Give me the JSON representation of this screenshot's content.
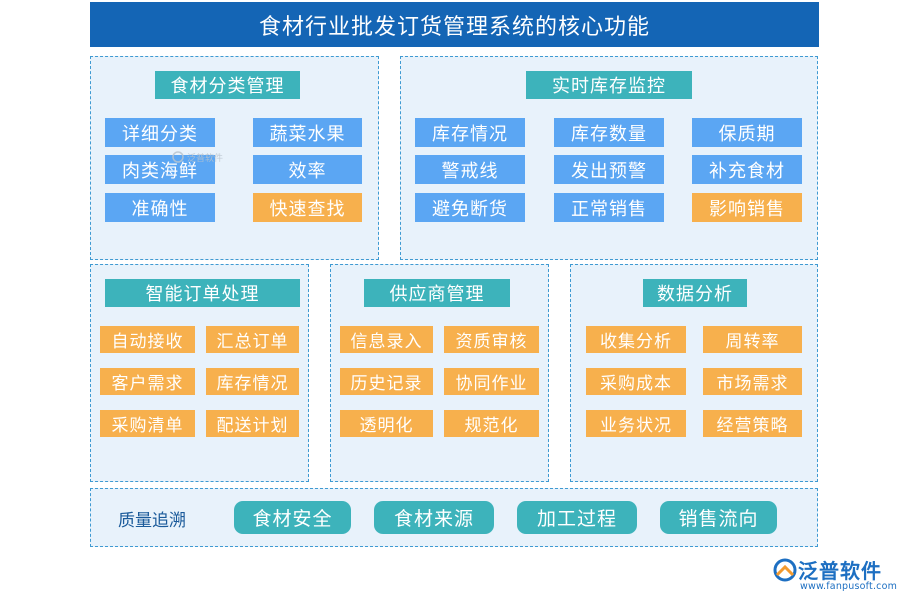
{
  "title": "食材行业批发订货管理系统的核心功能",
  "category": {
    "title": "食材分类管理",
    "items": [
      {
        "label": "详细分类",
        "color": "blue"
      },
      {
        "label": "蔬菜水果",
        "color": "blue"
      },
      {
        "label": "肉类海鲜",
        "color": "blue"
      },
      {
        "label": "效率",
        "color": "blue"
      },
      {
        "label": "准确性",
        "color": "blue"
      },
      {
        "label": "快速查找",
        "color": "orange"
      }
    ]
  },
  "inventory": {
    "title": "实时库存监控",
    "items": [
      {
        "label": "库存情况",
        "color": "blue"
      },
      {
        "label": "库存数量",
        "color": "blue"
      },
      {
        "label": "保质期",
        "color": "blue"
      },
      {
        "label": "警戒线",
        "color": "blue"
      },
      {
        "label": "发出预警",
        "color": "blue"
      },
      {
        "label": "补充食材",
        "color": "blue"
      },
      {
        "label": "避免断货",
        "color": "blue"
      },
      {
        "label": "正常销售",
        "color": "blue"
      },
      {
        "label": "影响销售",
        "color": "orange"
      }
    ]
  },
  "orders": {
    "title": "智能订单处理",
    "items": [
      "自动接收",
      "汇总订单",
      "客户需求",
      "库存情况",
      "采购清单",
      "配送计划"
    ]
  },
  "supplier": {
    "title": "供应商管理",
    "items": [
      "信息录入",
      "资质审核",
      "历史记录",
      "协同作业",
      "透明化",
      "规范化"
    ]
  },
  "analysis": {
    "title": "数据分析",
    "items": [
      "收集分析",
      "周转率",
      "采购成本",
      "市场需求",
      "业务状况",
      "经营策略"
    ]
  },
  "traceability": {
    "label": "质量追溯",
    "items": [
      "食材安全",
      "食材来源",
      "加工过程",
      "销售流向"
    ]
  },
  "watermark": "泛普软件",
  "logo": {
    "name": "泛普软件",
    "url": "www.fanpusoft.com"
  },
  "colors": {
    "header": "#1465b5",
    "teal": "#3db3bb",
    "blue_chip": "#5ba6f3",
    "orange_chip": "#f7b04d",
    "panel_bg": "#e8f2fb",
    "panel_border": "#3f9ad2"
  }
}
